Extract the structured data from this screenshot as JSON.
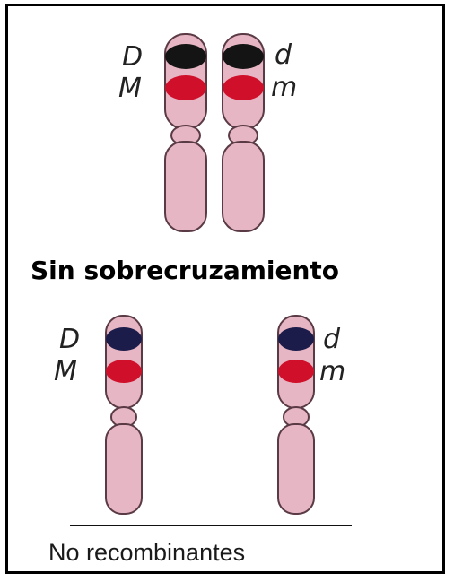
{
  "title": "Sin sobrecruzamiento",
  "caption": "No recombinantes",
  "colors": {
    "chromosome": "#e6b6c4",
    "chromosome_stroke": "#5a3a44",
    "gene_d": "#141414",
    "gene_d_bottom": "#1c1c4a",
    "gene_m": "#d0102a"
  },
  "top_pair": {
    "left": {
      "gene1": "D",
      "gene2": "M"
    },
    "right": {
      "gene1": "d",
      "gene2": "m"
    }
  },
  "bottom_pair": {
    "left": {
      "gene1": "D",
      "gene2": "M"
    },
    "right": {
      "gene1": "d",
      "gene2": "m"
    }
  }
}
